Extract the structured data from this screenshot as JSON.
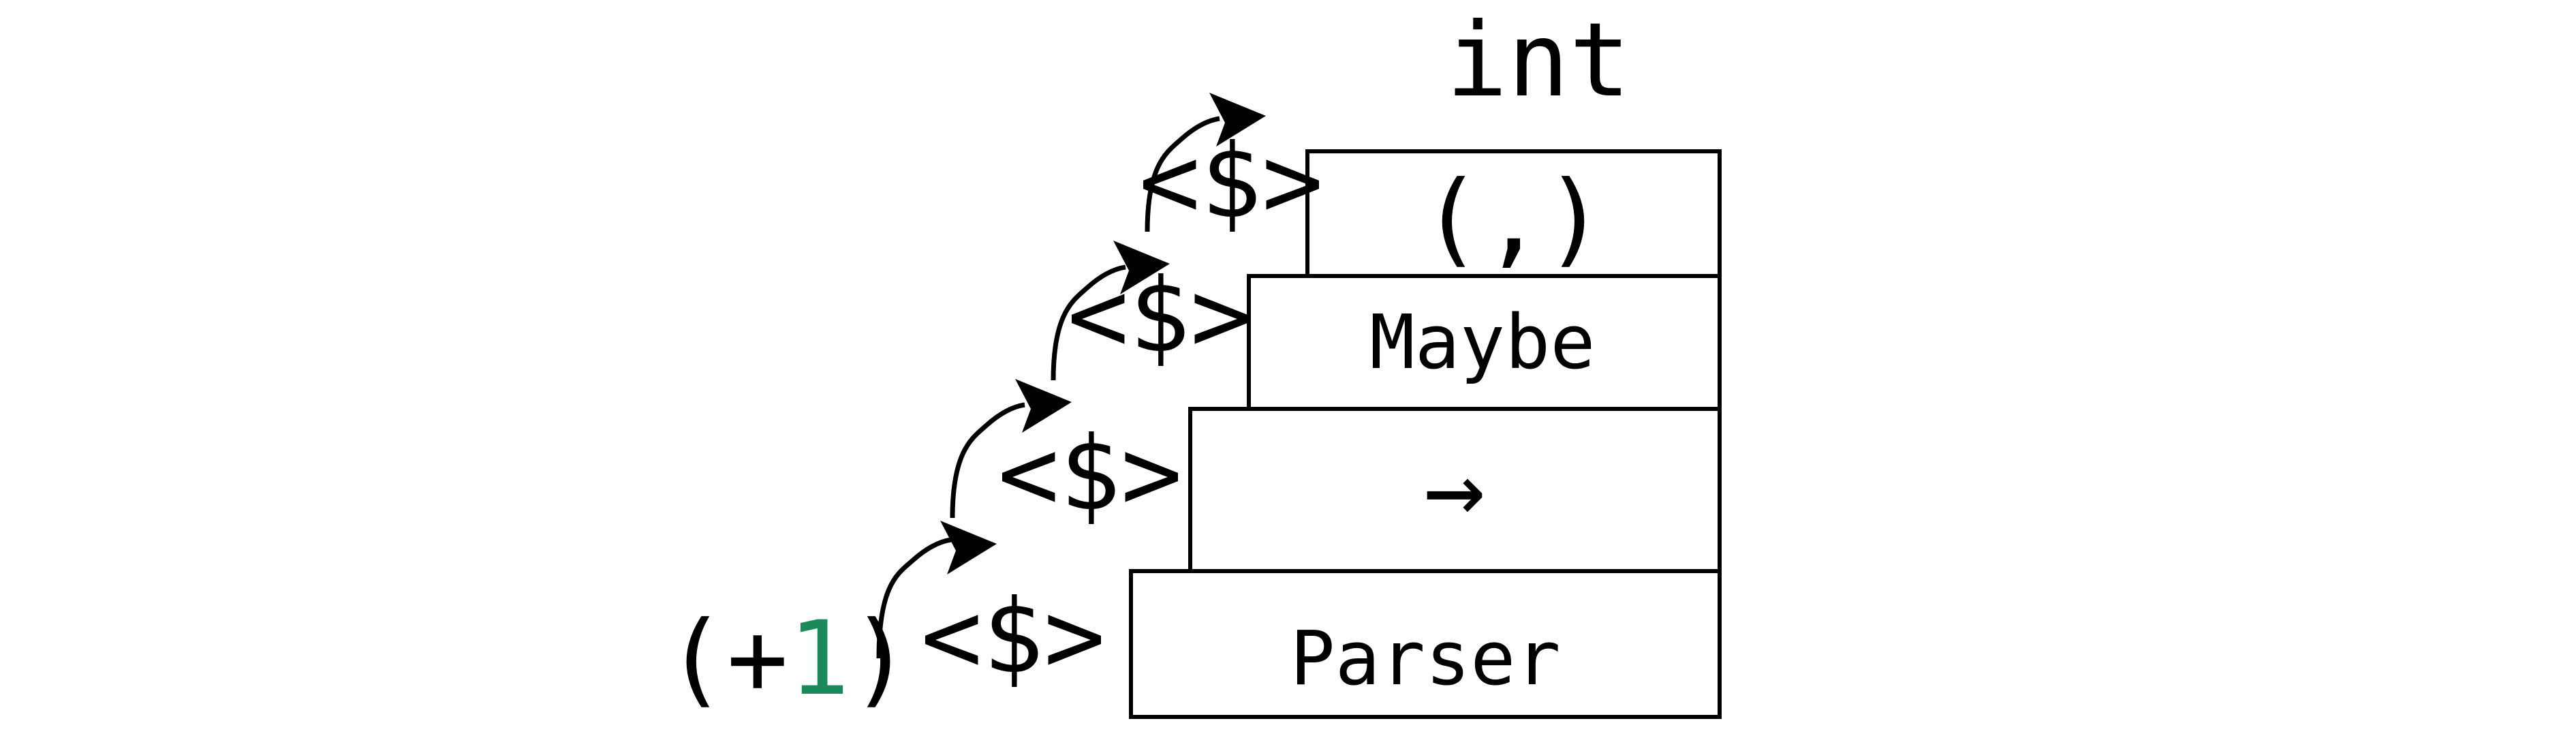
{
  "colors": {
    "ink": "#000000",
    "accent": "#1a8a5a",
    "background": "#ffffff"
  },
  "top_label": "int",
  "layers": [
    {
      "label": "(,)"
    },
    {
      "label": "Maybe"
    },
    {
      "label": "→"
    },
    {
      "label": "Parser"
    }
  ],
  "fmap_operator": "<$>",
  "function_expr": {
    "open": "(",
    "op": "+",
    "num": "1",
    "close": ")"
  }
}
